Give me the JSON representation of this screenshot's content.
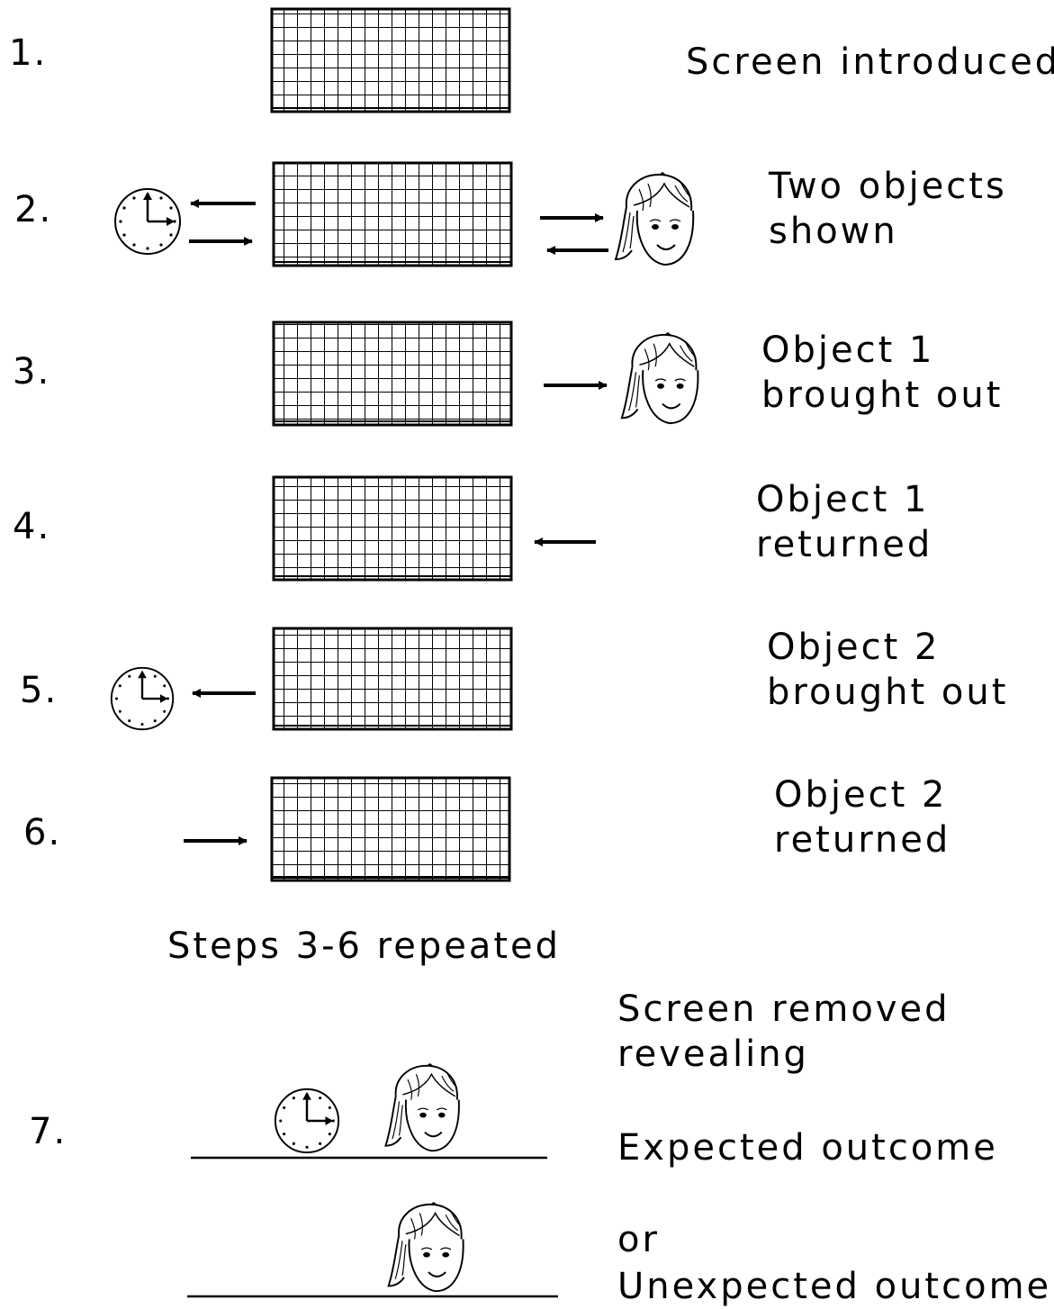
{
  "steps": [
    {
      "num": "1.",
      "caption_lines": [
        "Screen introduced"
      ]
    },
    {
      "num": "2.",
      "caption_lines": [
        "Two objects",
        "shown"
      ]
    },
    {
      "num": "3.",
      "caption_lines": [
        "Object 1",
        "brought out"
      ]
    },
    {
      "num": "4.",
      "caption_lines": [
        "Object 1",
        "returned"
      ]
    },
    {
      "num": "5.",
      "caption_lines": [
        "Object 2",
        "brought out"
      ]
    },
    {
      "num": "6.",
      "caption_lines": [
        "Object 2",
        "returned"
      ]
    },
    {
      "num": "7.",
      "caption_lines": []
    }
  ],
  "repeat_note": "Steps 3-6 repeated",
  "final": {
    "line1": "Screen removed",
    "line2": "revealing",
    "expected": "Expected outcome",
    "or": "or",
    "unexpected": "Unexpected outcome"
  },
  "icons": {
    "screen": "grid-screen-icon",
    "clock": "clock-icon",
    "face": "girl-face-icon",
    "arrow": "arrow-icon"
  },
  "colors": {
    "ink": "#000000",
    "background": "#ffffff"
  }
}
